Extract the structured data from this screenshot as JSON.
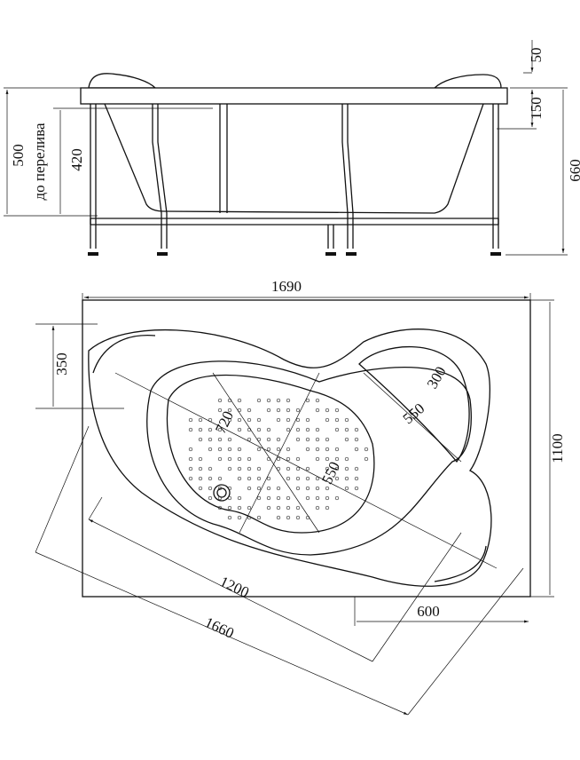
{
  "side_view": {
    "dim_rim_top": "50",
    "dim_rim_to_overflow": "150",
    "dim_total_height": "660",
    "dim_height": "500",
    "overflow_note": "до перелива",
    "dim_to_overflow": "420"
  },
  "top_view": {
    "dim_length": "1690",
    "dim_left_side": "350",
    "dim_headrest": "300",
    "dim_inner_length": "720",
    "dim_inner_width": "550",
    "dim_seat": "550",
    "dim_width": "1100",
    "dim_diag_short": "1200",
    "dim_bottom_right": "600",
    "dim_diag_long": "1660"
  }
}
